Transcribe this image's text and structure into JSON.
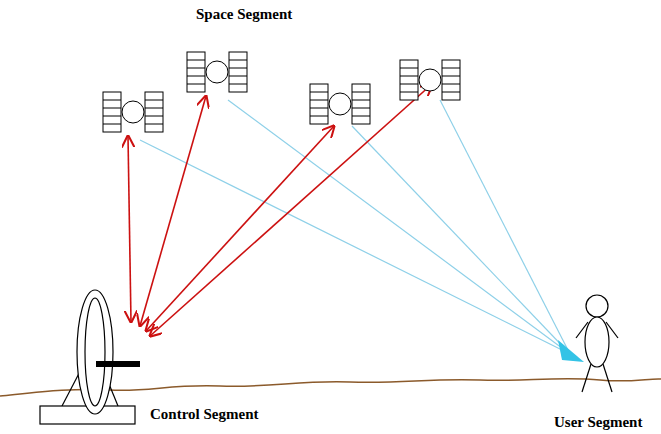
{
  "diagram": {
    "title": "Space Segment",
    "labels": [
      "Control Segment",
      "User Segment"
    ]
  }
}
